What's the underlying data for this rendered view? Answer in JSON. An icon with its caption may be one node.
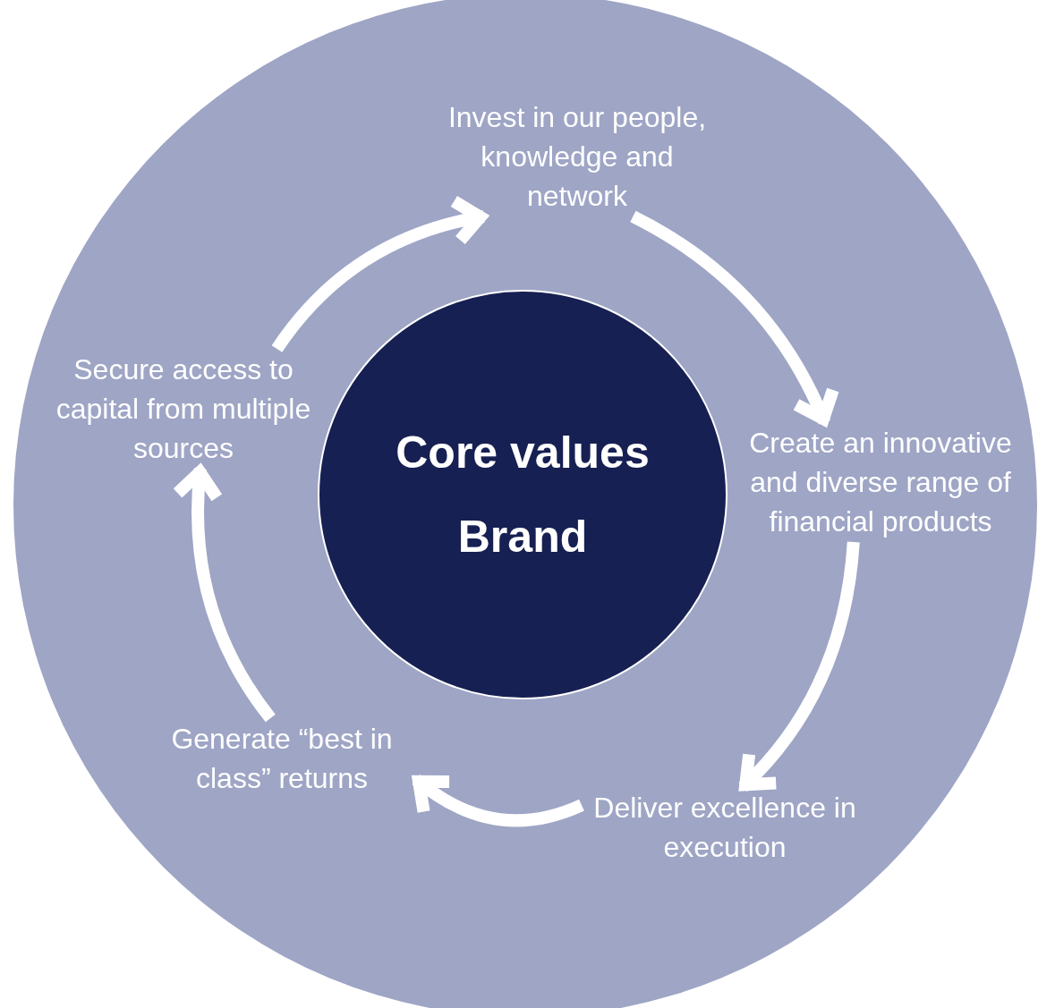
{
  "diagram": {
    "nodes": [
      {
        "text": [],
        "shape": "circle"
      },
      {
        "text": [
          "Invest in our people, knowledge and network"
        ],
        "in": 0
      },
      {
        "text": [
          "Create an innovative and diverse range of financial products"
        ],
        "in": 0
      },
      {
        "text": [
          "Deliver excellence in execution"
        ],
        "in": 0
      },
      {
        "text": [
          "Generate “best in class” returns"
        ],
        "in": 0
      },
      {
        "text": [
          "Secure access to capital from multiple sources"
        ],
        "in": 0
      },
      {
        "text": [
          "Core values",
          "Brand"
        ],
        "in": 0
      }
    ],
    "edges": [
      {
        "from": 1,
        "to": 2,
        "arrow": "to"
      },
      {
        "from": 2,
        "to": 3,
        "arrow": "to"
      },
      {
        "from": 3,
        "to": 4,
        "arrow": "to"
      },
      {
        "from": 4,
        "to": 5,
        "arrow": "to"
      },
      {
        "from": 5,
        "to": 1,
        "arrow": "to"
      }
    ]
  }
}
